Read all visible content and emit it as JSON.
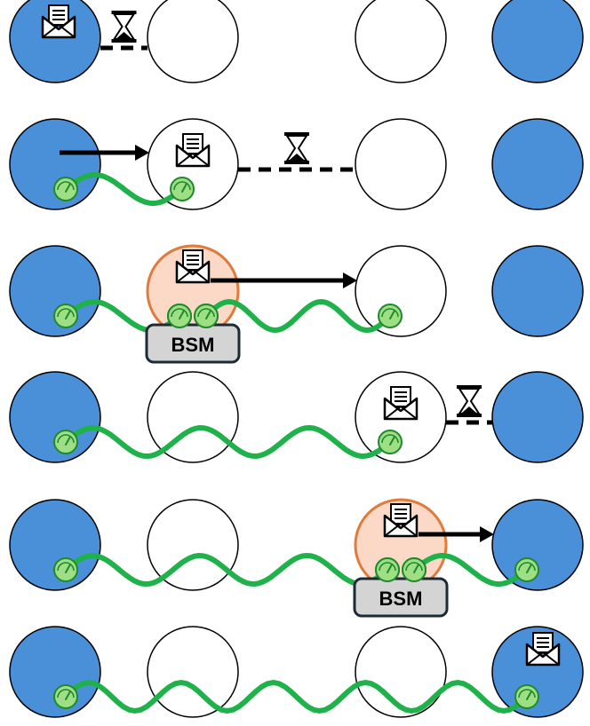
{
  "colors": {
    "end_node_fill": "#4a90d9",
    "node_stroke": "#000000",
    "repeater_active_fill": "#fbd9c6",
    "repeater_active_stroke": "#e07b3c",
    "entanglement_link": "#1fb14a",
    "qubit_fill": "#9ede84",
    "qubit_stroke": "#1f8a2c",
    "bsm_fill": "#d4d4d4",
    "bsm_stroke": "#1e2b36",
    "arrow": "#000000"
  },
  "icons": {
    "message": "envelope-letter-icon",
    "wait": "hourglass-icon",
    "qubit": "qubit-clock-icon"
  },
  "bsm_label": "BSM",
  "steps": [
    {
      "step": 1,
      "wait_between": [
        0,
        1
      ],
      "message_at": 0,
      "links": [],
      "bsm_at": null,
      "arrow": null
    },
    {
      "step": 2,
      "wait_between": [
        1,
        2
      ],
      "message_at": 1,
      "links": [
        [
          0,
          1
        ]
      ],
      "bsm_at": null,
      "arrow": [
        0,
        1
      ]
    },
    {
      "step": 3,
      "wait_between": null,
      "message_at": 1,
      "links": [
        [
          0,
          1
        ],
        [
          1,
          2
        ]
      ],
      "bsm_at": 1,
      "arrow": [
        1,
        2
      ]
    },
    {
      "step": 4,
      "wait_between": [
        2,
        3
      ],
      "message_at": 2,
      "links": [
        [
          0,
          2
        ]
      ],
      "bsm_at": null,
      "arrow": null
    },
    {
      "step": 5,
      "wait_between": null,
      "message_at": 2,
      "links": [
        [
          0,
          2
        ],
        [
          2,
          3
        ]
      ],
      "bsm_at": 2,
      "arrow": [
        2,
        3
      ]
    },
    {
      "step": 6,
      "wait_between": null,
      "message_at": 3,
      "links": [
        [
          0,
          3
        ]
      ],
      "bsm_at": null,
      "arrow": null
    }
  ]
}
